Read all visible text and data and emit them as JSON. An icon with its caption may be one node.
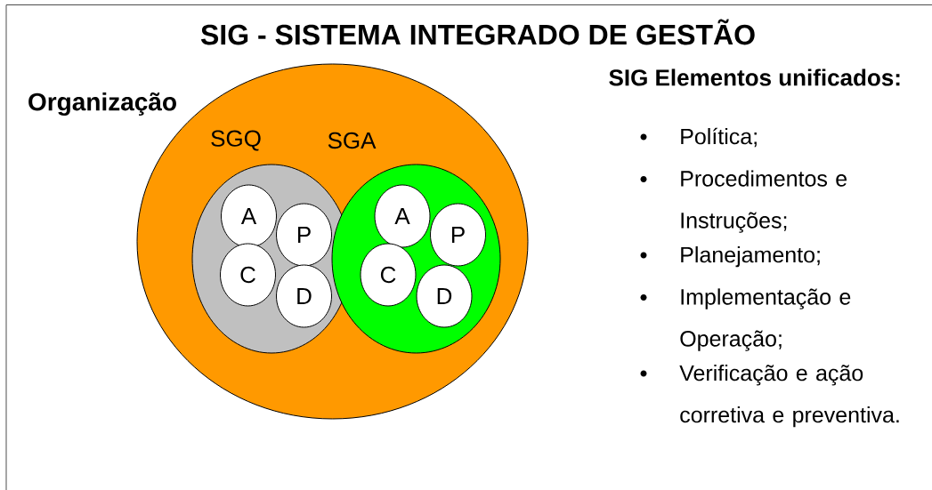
{
  "diagram": {
    "title": "SIG - SISTEMA INTEGRADO DE GESTÃO",
    "nodes": [
      {
        "text": [
          "Organização"
        ]
      },
      {
        "text": [
          "SGQ"
        ],
        "in": 0
      },
      {
        "text": [
          "SGA"
        ],
        "in": 0
      },
      {
        "text": [
          "A"
        ],
        "in": 1
      },
      {
        "text": [
          "P"
        ],
        "in": 1
      },
      {
        "text": [
          "C"
        ],
        "in": 1
      },
      {
        "text": [
          "D"
        ],
        "in": 1
      },
      {
        "text": [
          "A"
        ],
        "in": 2
      },
      {
        "text": [
          "P"
        ],
        "in": 2
      },
      {
        "text": [
          "C"
        ],
        "in": 2
      },
      {
        "text": [
          "D"
        ],
        "in": 2
      }
    ],
    "labels": [
      "SIG Elementos unificados:",
      "Política;",
      "Procedimentos e Instruções;",
      "Planejamento;",
      "Implementação e Operação;",
      "Verificação e ação corretiva e preventiva."
    ]
  }
}
